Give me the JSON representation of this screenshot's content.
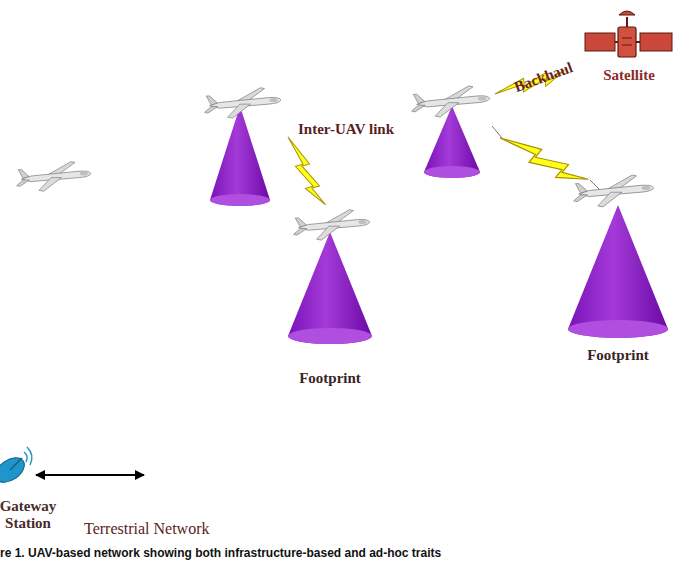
{
  "diagram": {
    "caption": "re 1. UAV-based network showing both infrastructure-based and ad-hoc traits",
    "nodes": [
      {
        "text": [
          "Satellite"
        ]
      },
      {
        "text": [
          "Footprint"
        ]
      },
      {
        "text": [
          "Footprint"
        ]
      },
      {
        "text": [
          "Gateway Station"
        ]
      }
    ],
    "labels": [
      "Inter-UAV link",
      "Backhaul",
      "Terrestrial Network"
    ]
  }
}
